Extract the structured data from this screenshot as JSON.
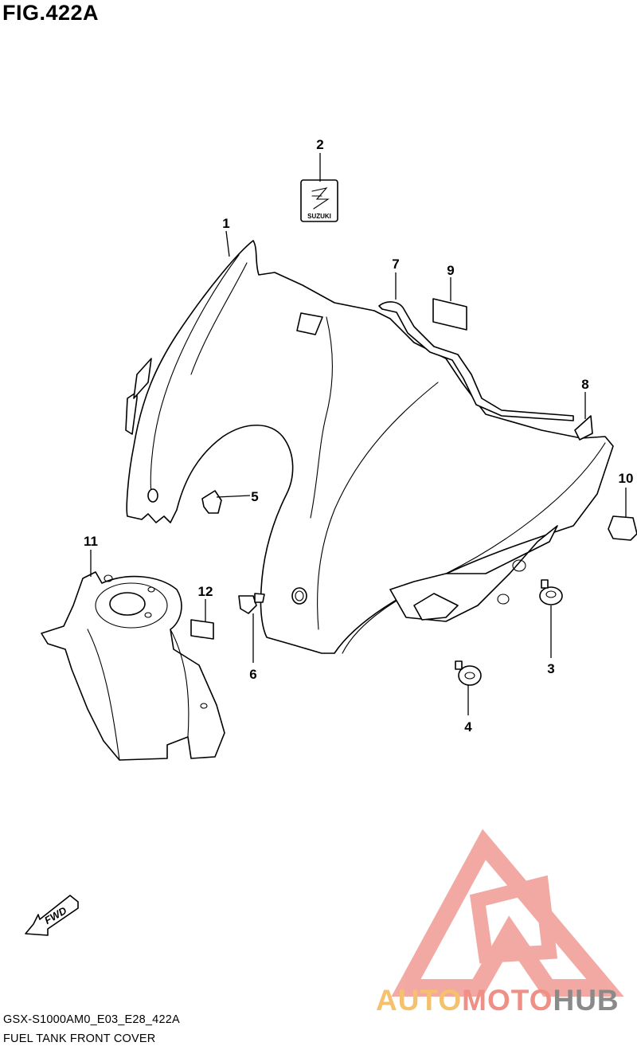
{
  "figure": {
    "title": "FIG.422A"
  },
  "callouts": [
    {
      "id": "1",
      "label": "1"
    },
    {
      "id": "2",
      "label": "2"
    },
    {
      "id": "3",
      "label": "3"
    },
    {
      "id": "4",
      "label": "4"
    },
    {
      "id": "5",
      "label": "5"
    },
    {
      "id": "6",
      "label": "6"
    },
    {
      "id": "7",
      "label": "7"
    },
    {
      "id": "8",
      "label": "8"
    },
    {
      "id": "9",
      "label": "9"
    },
    {
      "id": "10",
      "label": "10"
    },
    {
      "id": "11",
      "label": "11"
    },
    {
      "id": "12",
      "label": "12"
    }
  ],
  "emblem": {
    "text": "SUZUKI"
  },
  "direction_arrow": {
    "text": "FWD"
  },
  "footer": {
    "model_code": "GSX-S1000AM0_E03_E28_422A",
    "section_name": "FUEL TANK FRONT COVER"
  },
  "watermark": {
    "part1": "AUTO",
    "part2": "MOTO",
    "part3": "HUB",
    "colors": {
      "auto": "#f5c16c",
      "moto": "#ef8f86",
      "hub": "#8a8a8a",
      "logo": "#f19b94"
    }
  }
}
